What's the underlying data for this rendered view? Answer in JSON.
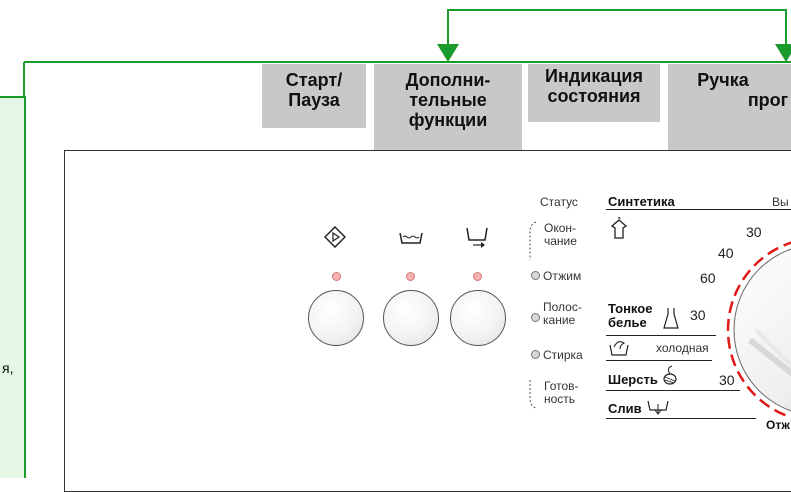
{
  "headers": {
    "start_pause": [
      "Старт/",
      "Пауза"
    ],
    "extra_functions": [
      "Дополни-",
      "тельные",
      "функции"
    ],
    "status_indication": [
      "Индикация",
      "состояния"
    ],
    "program_knob": [
      "Ручка",
      "прог"
    ]
  },
  "left_caption": "я,",
  "status_panel": {
    "title": "Статус",
    "items": [
      {
        "lines": [
          "Окон-",
          "чание"
        ]
      },
      {
        "lines": [
          "Отжим"
        ]
      },
      {
        "lines": [
          "Полос-",
          "кание"
        ]
      },
      {
        "lines": [
          "Стирка"
        ]
      },
      {
        "lines": [
          "Готов-",
          "ность"
        ]
      }
    ]
  },
  "programs": {
    "synthetics": "Синтетика",
    "delicates": [
      "Тонкое",
      "белье"
    ],
    "cold": "холодная",
    "wool": "Шерсть",
    "drain": "Слив",
    "top_right_partial": "Вы",
    "bottom_right_partial": "Отж"
  },
  "temps": [
    "30",
    "40",
    "60",
    "30",
    "30"
  ],
  "icons": [
    "start-pause-icon",
    "prewash-icon",
    "spin-icon",
    "shirt-icon",
    "dress-icon",
    "handwash-icon",
    "wool-icon",
    "drain-icon"
  ],
  "colors": {
    "arrow_green": "#1a9a2a",
    "header_gray": "#c8c8c8",
    "led_red": "#f6b3b3",
    "dial_red": "#e01818"
  }
}
